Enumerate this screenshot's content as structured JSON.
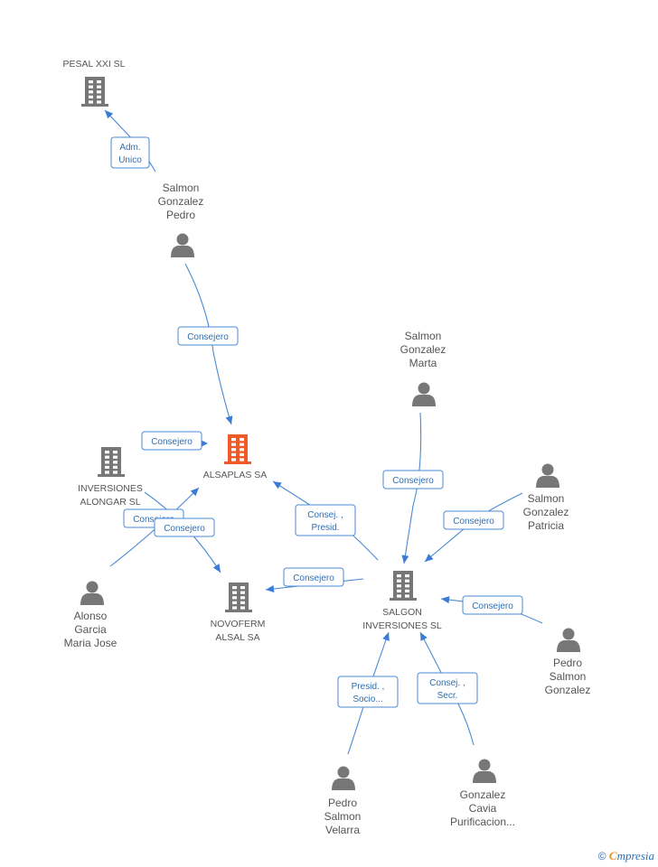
{
  "nodes": [
    {
      "id": "pesal",
      "type": "company",
      "label": [
        "PESAL XXI SL"
      ],
      "color": "#777777"
    },
    {
      "id": "alsaplas",
      "type": "company",
      "label": [
        "ALSAPLAS SA"
      ],
      "color": "#f05a28"
    },
    {
      "id": "inversiones_alongar",
      "type": "company",
      "label": [
        "INVERSIONES",
        "ALONGAR  SL"
      ],
      "color": "#777777"
    },
    {
      "id": "novoferm",
      "type": "company",
      "label": [
        "NOVOFERM",
        "ALSAL SA"
      ],
      "color": "#777777"
    },
    {
      "id": "salgon",
      "type": "company",
      "label": [
        "SALGON",
        "INVERSIONES SL"
      ],
      "color": "#777777"
    },
    {
      "id": "salmon_pedro",
      "type": "person",
      "label": [
        "Salmon",
        "Gonzalez",
        "Pedro"
      ],
      "color": "#777777"
    },
    {
      "id": "salmon_marta",
      "type": "person",
      "label": [
        "Salmon",
        "Gonzalez",
        "Marta"
      ],
      "color": "#777777"
    },
    {
      "id": "salmon_patricia",
      "type": "person",
      "label": [
        "Salmon",
        "Gonzalez",
        "Patricia"
      ],
      "color": "#777777"
    },
    {
      "id": "pedro_salmon_gonzalez",
      "type": "person",
      "label": [
        "Pedro",
        "Salmon",
        "Gonzalez"
      ],
      "color": "#777777"
    },
    {
      "id": "alonso",
      "type": "person",
      "label": [
        "Alonso",
        "Garcia",
        "Maria Jose"
      ],
      "color": "#777777"
    },
    {
      "id": "pedro_velarra",
      "type": "person",
      "label": [
        "Pedro",
        "Salmon",
        "Velarra"
      ],
      "color": "#777777"
    },
    {
      "id": "gonzalez_cavia",
      "type": "person",
      "label": [
        "Gonzalez",
        "Cavia",
        "Purificacion..."
      ],
      "color": "#777777"
    }
  ],
  "edges": [
    {
      "id": "e1",
      "label": [
        "Adm.",
        "Unico"
      ]
    },
    {
      "id": "e2",
      "label": [
        "Consejero"
      ]
    },
    {
      "id": "e3",
      "label": [
        "Consejero"
      ]
    },
    {
      "id": "e4",
      "label": [
        "Consejero"
      ]
    },
    {
      "id": "e5",
      "label": [
        "Consejero"
      ]
    },
    {
      "id": "e6",
      "label": [
        "Consej. ,",
        "Presid."
      ]
    },
    {
      "id": "e7",
      "label": [
        "Consejero"
      ]
    },
    {
      "id": "e8",
      "label": [
        "Consejero"
      ]
    },
    {
      "id": "e9",
      "label": [
        "Consejero"
      ]
    },
    {
      "id": "e10",
      "label": [
        "Consejero"
      ]
    },
    {
      "id": "e11",
      "label": [
        "Presid. ,",
        "Socio..."
      ]
    },
    {
      "id": "e12",
      "label": [
        "Consej. ,",
        "Secr."
      ]
    }
  ],
  "footer": {
    "copyright": "©",
    "brand_first": "C",
    "brand_rest": "mpresia"
  },
  "colors": {
    "edge": "#4a8ad4",
    "edge_text": "#2f6fb5",
    "node": "#777777",
    "highlight": "#f05a28"
  }
}
